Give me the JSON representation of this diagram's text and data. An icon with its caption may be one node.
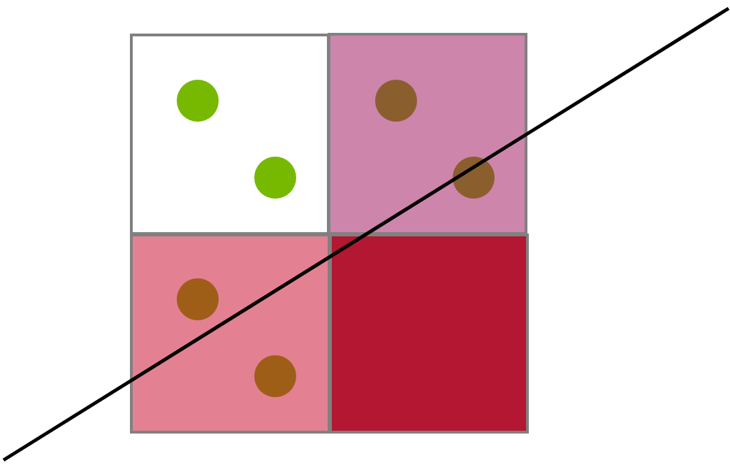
{
  "diagram": {
    "nodes": [
      {
        "text": [],
        "shape": "box"
      },
      {
        "text": [],
        "shape": "circle",
        "in": 0
      },
      {
        "text": [],
        "shape": "circle",
        "in": 0
      },
      {
        "text": [],
        "shape": "box"
      },
      {
        "text": [],
        "shape": "circle",
        "in": 3
      },
      {
        "text": [],
        "shape": "circle",
        "in": 3
      },
      {
        "text": [],
        "shape": "box"
      },
      {
        "text": [],
        "shape": "circle",
        "in": 6
      },
      {
        "text": [],
        "shape": "circle",
        "in": 6
      },
      {
        "text": [],
        "shape": "box"
      }
    ]
  }
}
